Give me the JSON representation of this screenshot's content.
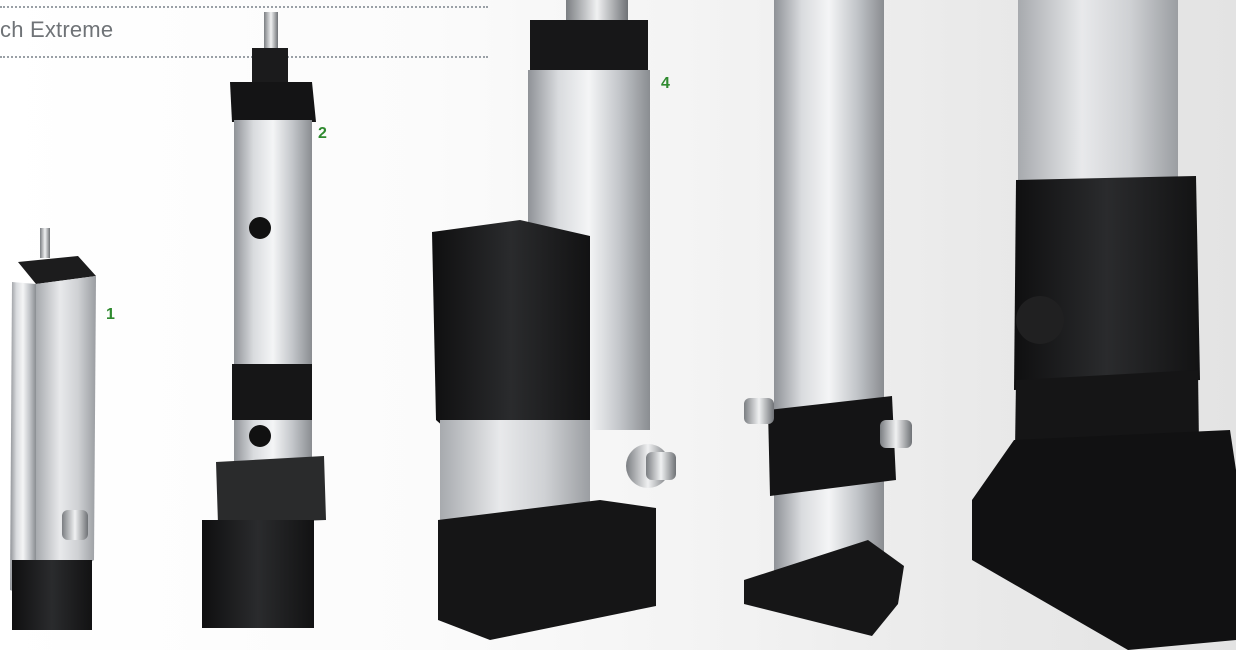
{
  "header": {
    "product_name": "ch Extreme"
  },
  "callouts": {
    "c1": "1",
    "c2": "2",
    "c4": "4"
  },
  "colors": {
    "callout_green": "#2f8a2f",
    "rule_grey": "#9aa0a6",
    "text_grey": "#6f7377"
  }
}
